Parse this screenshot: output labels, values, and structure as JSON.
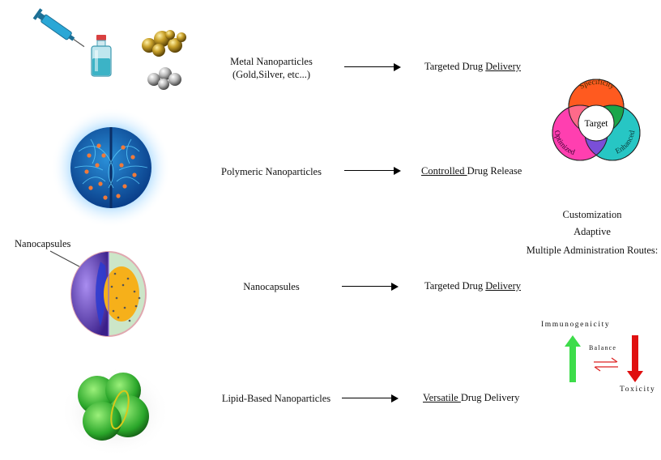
{
  "rows": [
    {
      "label": [
        "Metal Nanoparticles",
        "(Gold,Silver, etc...)"
      ],
      "result_plain": "Targeted Drug ",
      "result_underlined": "Delivery"
    },
    {
      "label": [
        "Polymeric Nanoparticles"
      ],
      "result_underlined": "Controlled ",
      "result_plain": "Drug Release"
    },
    {
      "label": [
        "Nanocapsules"
      ],
      "result_plain": "Targeted Drug ",
      "result_underlined": "Delivery"
    },
    {
      "label": [
        "Lipid-Based Nanoparticles"
      ],
      "result_underlined": "Versatile ",
      "result_plain": "Drug Delivery"
    }
  ],
  "nanocapsule_callout": "Nanocapsules",
  "venn": {
    "center": "Target",
    "petals": [
      "Specificity",
      "Enhanced",
      "Optimized"
    ],
    "colors": {
      "specificity": "#ff5a1f",
      "green": "#1aa64a",
      "cyan": "#27c6c4",
      "magenta": "#ff3fb0",
      "purple": "#7a4fd8"
    }
  },
  "features": [
    "Customization",
    "Adaptive",
    "Multiple Administration Routes:"
  ],
  "balance": {
    "top": "Immunogenicity",
    "middle": "Balance",
    "bottom": "Toxicity",
    "up_color": "#3ddc4a",
    "down_color": "#e01010"
  },
  "icons": [
    "syringe-icon",
    "vial-icon",
    "gold-spheres-icon",
    "silver-spheres-icon",
    "polymer-sphere-icon",
    "nanocapsule-icon",
    "lipid-particle-icon"
  ]
}
